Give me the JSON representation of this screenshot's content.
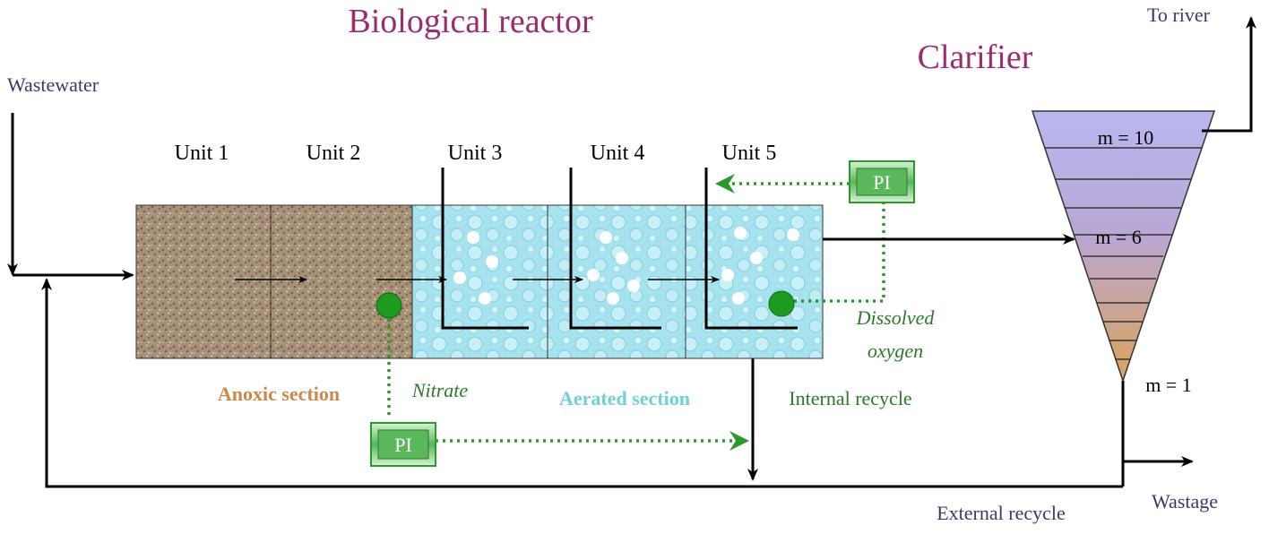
{
  "titles": {
    "reactor": "Biological reactor",
    "clarifier": "Clarifier"
  },
  "labels": {
    "wastewater": "Wastewater",
    "to_river": "To river",
    "anoxic_section": "Anoxic section",
    "aerated_section": "Aerated section",
    "nitrate": "Nitrate",
    "dissolved_oxygen_line1": "Dissolved",
    "dissolved_oxygen_line2": "oxygen",
    "internal_recycle": "Internal recycle",
    "external_recycle": "External recycle",
    "wastage": "Wastage"
  },
  "units": [
    "Unit 1",
    "Unit 2",
    "Unit 3",
    "Unit 4",
    "Unit 5"
  ],
  "clarifier_layers": {
    "top": "m = 10",
    "middle": "m = 6",
    "bottom": "m = 1"
  },
  "controllers": {
    "pi_do": "PI",
    "pi_nitrate": "PI"
  },
  "colors": {
    "title": "#9b2d6f",
    "anoxic_label": "#c8894a",
    "aerated_label": "#6fd0d6",
    "green": "#2b9a2b",
    "dark_label": "#3a3a6a",
    "anoxic_fill": "#a08a72",
    "aerated_fill": "#9fe0ec",
    "line": "#000000"
  }
}
